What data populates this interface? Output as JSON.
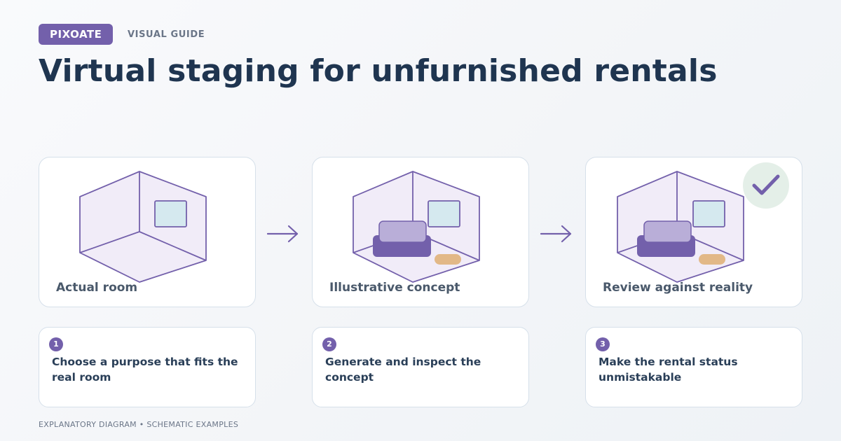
{
  "header": {
    "brand": "PIXOATE",
    "guide_label": "VISUAL GUIDE",
    "title": "Virtual staging for unfurnished rentals"
  },
  "panels": [
    {
      "label": "Actual room",
      "furnished": false
    },
    {
      "label": "Illustrative concept",
      "furnished": true
    },
    {
      "label": "Review against reality",
      "furnished": true,
      "badge": "check-icon"
    }
  ],
  "steps": [
    {
      "number": "1",
      "text": "Choose a purpose that fits the real room"
    },
    {
      "number": "2",
      "text": "Generate and inspect the concept"
    },
    {
      "number": "3",
      "text": "Make the rental status unmistakable"
    }
  ],
  "footer": "EXPLANATORY DIAGRAM • SCHEMATIC EXAMPLES",
  "colors": {
    "accent": "#7360ab",
    "room_fill": "#f1ecf8",
    "sofa_base": "#7360ab",
    "sofa_cushion": "#b9aed8",
    "window_fill": "#d5e9ef",
    "rug": "#e2b887",
    "check_bg": "#e4efe8",
    "title": "#1f3550"
  }
}
